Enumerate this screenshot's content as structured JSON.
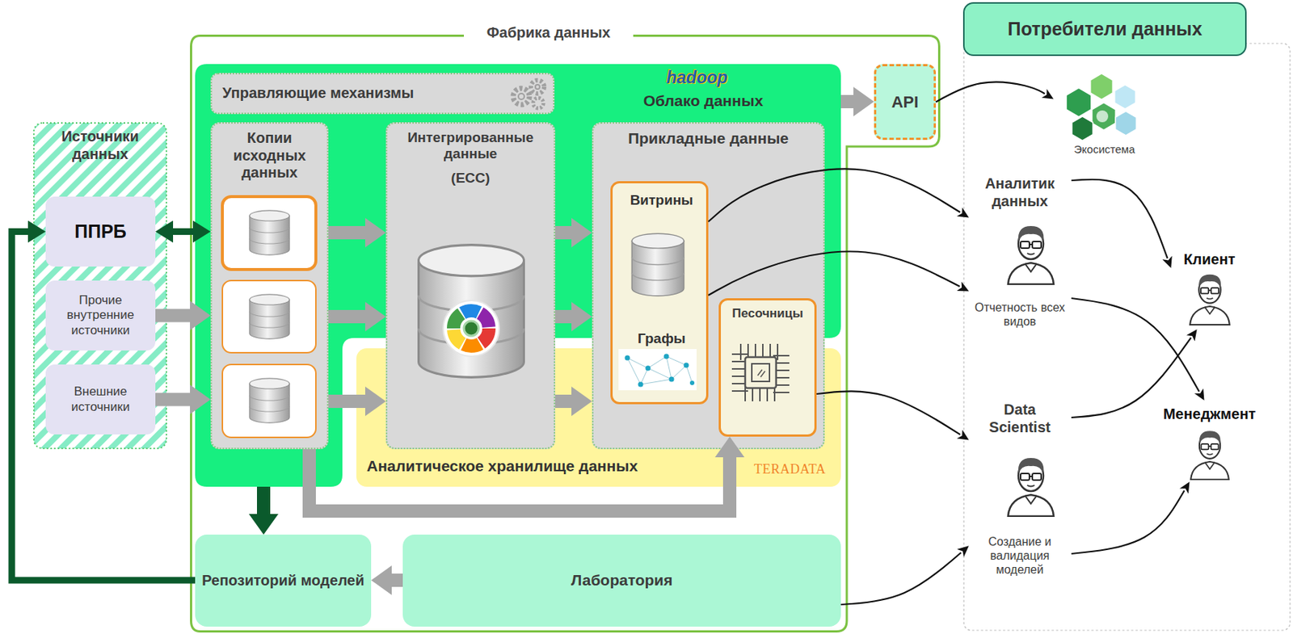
{
  "diagram": {
    "nodes": [
      {
        "text": [
          "Фабрика данных"
        ]
      },
      {
        "text": [
          "Источники данных"
        ]
      },
      {
        "text": [
          "ППРБ"
        ],
        "in": 1
      },
      {
        "text": [
          "Прочие внутренние источники"
        ],
        "in": 1
      },
      {
        "text": [
          "Внешние источники"
        ],
        "in": 1
      },
      {
        "text": [
          "Облако данных"
        ],
        "in": 0
      },
      {
        "text": [
          "Управляющие механизмы"
        ],
        "in": 5
      },
      {
        "text": [
          "Копии исходных данных"
        ],
        "in": 5
      },
      {
        "text": [
          "Интегрированные данные",
          "(ЕСС)"
        ],
        "in": 5
      },
      {
        "text": [
          "Прикладные данные"
        ],
        "in": 5
      },
      {
        "text": [
          "Витрины",
          "Графы"
        ],
        "in": 9
      },
      {
        "text": [
          "Песочницы"
        ],
        "in": 9
      },
      {
        "text": [
          "Аналитическое хранилище данных"
        ],
        "in": 0
      },
      {
        "text": [
          "API"
        ],
        "in": 0
      },
      {
        "text": [
          "Репозиторий моделей"
        ],
        "in": 0
      },
      {
        "text": [
          "Лаборатория"
        ],
        "in": 0
      },
      {
        "text": [
          "Потребители данных"
        ]
      },
      {
        "text": [
          "Экосистема"
        ],
        "in": 16
      },
      {
        "text": [
          "Аналитик данных",
          "Отчетность всех видов"
        ],
        "in": 16
      },
      {
        "text": [
          "Data Scientist",
          "Создание и валидация моделей"
        ],
        "in": 16
      },
      {
        "text": [
          "Клиент"
        ],
        "in": 16
      },
      {
        "text": [
          "Менеджмент"
        ],
        "in": 16
      }
    ],
    "edges": [
      {
        "from": 2,
        "to": 7,
        "arrow": "both"
      },
      {
        "from": 3,
        "to": 7,
        "arrow": "to"
      },
      {
        "from": 4,
        "to": 7,
        "arrow": "to"
      },
      {
        "from": 7,
        "to": 8,
        "arrow": "to"
      },
      {
        "from": 7,
        "to": 8,
        "arrow": "to"
      },
      {
        "from": 7,
        "to": 8,
        "arrow": "to"
      },
      {
        "from": 8,
        "to": 9,
        "arrow": "to"
      },
      {
        "from": 8,
        "to": 9,
        "arrow": "to"
      },
      {
        "from": 8,
        "to": 9,
        "arrow": "to"
      },
      {
        "from": 5,
        "to": 13,
        "arrow": "to"
      },
      {
        "from": 7,
        "to": 11,
        "arrow": "to"
      },
      {
        "from": 5,
        "to": 14,
        "arrow": "to"
      },
      {
        "from": 15,
        "to": 14,
        "arrow": "to"
      },
      {
        "from": 14,
        "to": 2,
        "arrow": "to"
      },
      {
        "from": 13,
        "to": 17,
        "arrow": "to"
      },
      {
        "from": 10,
        "to": 18,
        "arrow": "to"
      },
      {
        "from": 10,
        "to": 18,
        "arrow": "to"
      },
      {
        "from": 11,
        "to": 19,
        "arrow": "to"
      },
      {
        "from": 15,
        "to": 19,
        "arrow": "to"
      },
      {
        "from": 18,
        "to": 20,
        "arrow": "to"
      },
      {
        "from": 18,
        "to": 21,
        "arrow": "to"
      },
      {
        "from": 19,
        "to": 20,
        "arrow": "to"
      },
      {
        "from": 19,
        "to": 21,
        "arrow": "to"
      }
    ],
    "labels": [
      "hadoop",
      "TERADATA"
    ]
  }
}
